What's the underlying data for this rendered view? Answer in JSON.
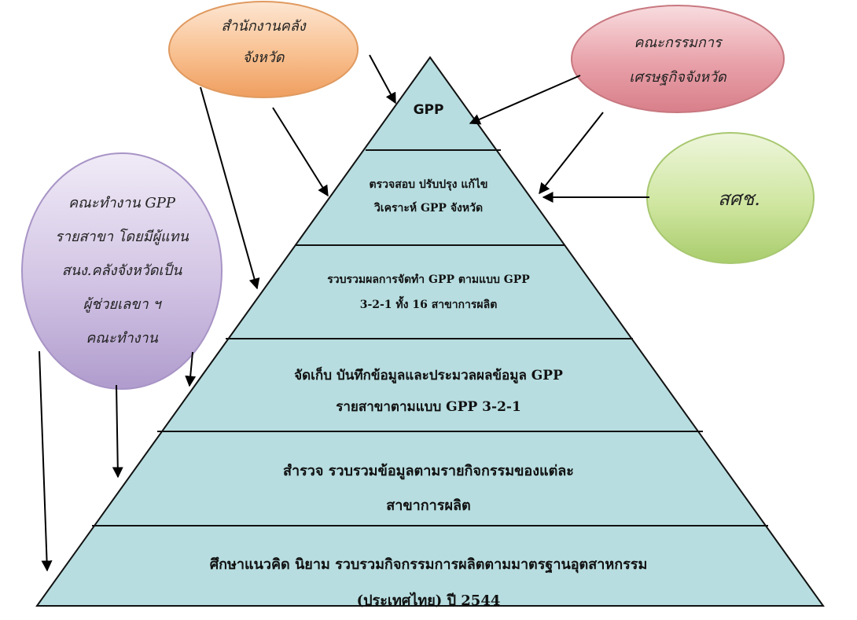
{
  "pyramid": {
    "levels": [
      {
        "lines": [
          "GPP"
        ]
      },
      {
        "lines": [
          "ตรวจสอบ ปรับปรุง แก้ไข",
          "วิเคราะห์ GPP จังหวัด"
        ]
      },
      {
        "lines": [
          "รวบรวมผลการจัดทำ GPP ตามแบบ GPP",
          "3-2-1 ทั้ง 16 สาขาการผลิต"
        ]
      },
      {
        "lines": [
          "จัดเก็บ บันทึกข้อมูลและประมวลผลข้อมูล GPP",
          "รายสาขาตามแบบ GPP 3-2-1"
        ]
      },
      {
        "lines": [
          "สำรวจ  รวบรวมข้อมูลตามรายกิจกรรมของแต่ละ",
          "สาขาการผลิต"
        ]
      },
      {
        "lines": [
          "ศึกษาแนวคิด  นิยาม รวบรวมกิจกรรมการผลิตตามมาตรฐานอุตสาหกรรม",
          "(ประเทศไทย) ปี 2544"
        ]
      }
    ],
    "fill_color": "#b7dde0",
    "stroke_color": "#111111"
  },
  "agencies": {
    "provincial_treasury": {
      "lines": [
        "สำนักงานคลัง",
        "จังหวัด"
      ],
      "color": "#f8c090"
    },
    "economic_committee": {
      "lines": [
        "คณะกรรมการ",
        "เศรษฐกิจจังหวัด"
      ],
      "color": "#e8a0a8"
    },
    "nesdb": {
      "lines": [
        "สศช."
      ],
      "color": "#cfe6a0"
    },
    "gpp_working_group": {
      "lines": [
        "คณะทำงาน GPP",
        "รายสาขา โดยมีผู้แทน",
        "สนง.คลังจังหวัดเป็น",
        "ผู้ช่วยเลขา ฯ",
        "คณะทำงาน"
      ],
      "color": "#d2c4e4"
    }
  }
}
